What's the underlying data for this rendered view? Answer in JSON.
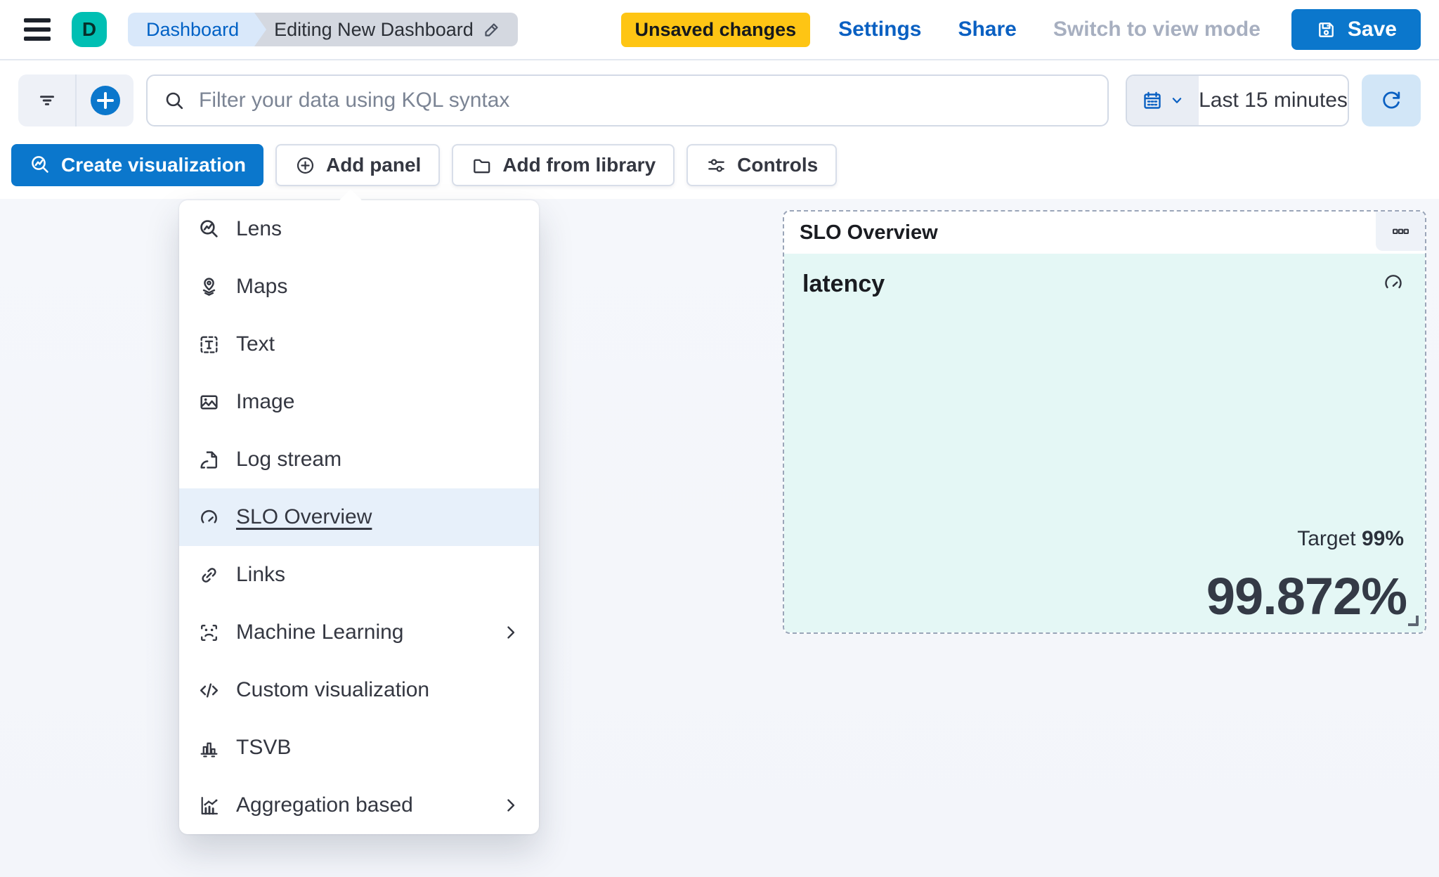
{
  "topbar": {
    "avatar_initial": "D",
    "breadcrumb_root": "Dashboard",
    "breadcrumb_current": "Editing New Dashboard",
    "unsaved_badge": "Unsaved changes",
    "settings_link": "Settings",
    "share_link": "Share",
    "view_mode_link": "Switch to view mode",
    "save_label": "Save"
  },
  "querybar": {
    "placeholder": "Filter your data using KQL syntax",
    "time_range": "Last 15 minutes"
  },
  "toolbar": {
    "create_visualization": "Create visualization",
    "add_panel": "Add panel",
    "add_from_library": "Add from library",
    "controls": "Controls"
  },
  "add_panel_menu": {
    "items": [
      {
        "label": "Lens",
        "icon": "lens-icon",
        "selected": false,
        "submenu": false
      },
      {
        "label": "Maps",
        "icon": "maps-icon",
        "selected": false,
        "submenu": false
      },
      {
        "label": "Text",
        "icon": "text-icon",
        "selected": false,
        "submenu": false
      },
      {
        "label": "Image",
        "icon": "image-icon",
        "selected": false,
        "submenu": false
      },
      {
        "label": "Log stream",
        "icon": "log-stream-icon",
        "selected": false,
        "submenu": false
      },
      {
        "label": "SLO Overview",
        "icon": "gauge-icon",
        "selected": true,
        "submenu": false
      },
      {
        "label": "Links",
        "icon": "link-icon",
        "selected": false,
        "submenu": false
      },
      {
        "label": "Machine Learning",
        "icon": "machine-learning-icon",
        "selected": false,
        "submenu": true
      },
      {
        "label": "Custom visualization",
        "icon": "code-icon",
        "selected": false,
        "submenu": false
      },
      {
        "label": "TSVB",
        "icon": "tsvb-chart-icon",
        "selected": false,
        "submenu": false
      },
      {
        "label": "Aggregation based",
        "icon": "aggregation-chart-icon",
        "selected": false,
        "submenu": true
      }
    ]
  },
  "slo_panel": {
    "title": "SLO Overview",
    "slo_name": "latency",
    "target_label": "Target",
    "target_value": "99%",
    "value": "99.872%"
  },
  "colors": {
    "primary_blue": "#0b77cc",
    "link_blue": "#0a60c2",
    "warning_yellow": "#fec514",
    "avatar_teal": "#00bfb3",
    "panel_mint": "#e4f7f5",
    "menu_highlight": "#e7f0fa",
    "canvas_bg": "#f5f7fb"
  }
}
